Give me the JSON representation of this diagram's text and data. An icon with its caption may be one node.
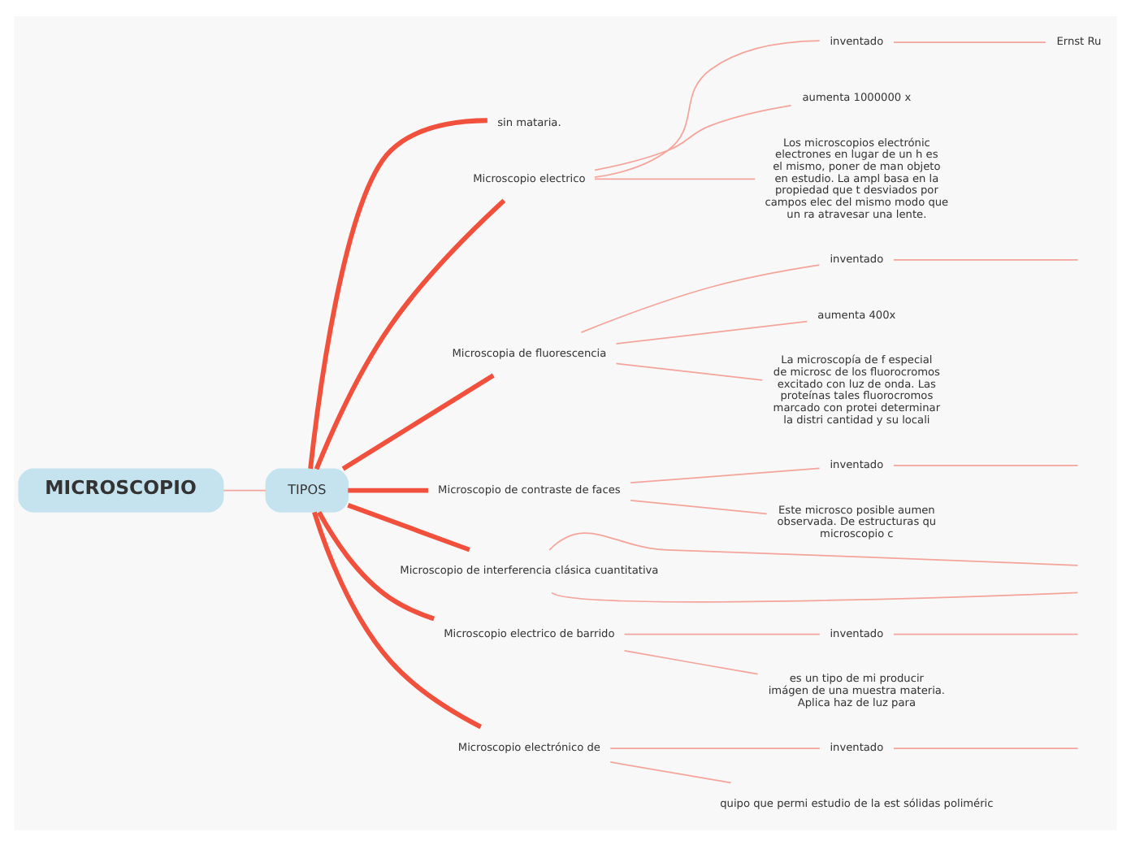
{
  "diagram": {
    "nodes": [
      {
        "text": [
          "MICROSCOPIO"
        ]
      },
      {
        "text": [
          "TIPOS"
        ]
      },
      {
        "text": [
          "sin mataria."
        ]
      },
      {
        "text": [
          "Microscopio electrico"
        ]
      },
      {
        "text": [
          "inventado"
        ]
      },
      {
        "text": [
          "Ernst Ru"
        ]
      },
      {
        "text": [
          "aumenta 1000000 x"
        ]
      },
      {
        "text": [
          "Los microscopios electrónic electrones en lugar de un h es el mismo, poner de man objeto en estudio. La ampl basa en la propiedad que t desviados por campos elec del mismo modo que un ra atravesar una lente."
        ]
      },
      {
        "text": [
          "Microscopia de fluorescencia"
        ]
      },
      {
        "text": [
          "inventado"
        ]
      },
      {
        "text": [
          "aumenta 400x"
        ]
      },
      {
        "text": [
          "La microscopía de f especial de microsc de los fluorocromos excitado con luz de onda. Las proteínas tales fluorocromos marcado con protei determinar la distri cantidad y su locali"
        ]
      },
      {
        "text": [
          "Microscopio de contraste de faces"
        ]
      },
      {
        "text": [
          "inventado"
        ]
      },
      {
        "text": [
          "Este microsco posible aumen observada. De estructuras qu microscopio c"
        ]
      },
      {
        "text": [
          "Microscopio de interferencia clásica cuantitativa"
        ]
      },
      {
        "text": [
          "Microscopio electrico de barrido"
        ]
      },
      {
        "text": [
          "inventado"
        ]
      },
      {
        "text": [
          "es un tipo de mi producir imágen de una muestra materia. Aplica haz de luz para"
        ]
      },
      {
        "text": [
          "Microscopio electrónico de"
        ]
      },
      {
        "text": [
          "inventado"
        ]
      },
      {
        "text": [
          "quipo que permi estudio de la est sólidas poliméric"
        ]
      }
    ],
    "edges": [
      {
        "from": 0,
        "to": 1,
        "arrow": "none"
      },
      {
        "from": 1,
        "to": 2,
        "arrow": "none",
        "style": "thick",
        "color": "#f0503c"
      },
      {
        "from": 1,
        "to": 3,
        "arrow": "none",
        "style": "thick",
        "color": "#f0503c"
      },
      {
        "from": 3,
        "to": 4,
        "arrow": "none"
      },
      {
        "from": 4,
        "to": 5,
        "arrow": "none"
      },
      {
        "from": 3,
        "to": 6,
        "arrow": "none"
      },
      {
        "from": 3,
        "to": 7,
        "arrow": "none"
      },
      {
        "from": 1,
        "to": 8,
        "arrow": "none",
        "style": "thick",
        "color": "#f0503c"
      },
      {
        "from": 8,
        "to": 9,
        "arrow": "none"
      },
      {
        "from": 9,
        "to": null,
        "arrow": "none"
      },
      {
        "from": 8,
        "to": 10,
        "arrow": "none"
      },
      {
        "from": 8,
        "to": 11,
        "arrow": "none"
      },
      {
        "from": 1,
        "to": 12,
        "arrow": "none",
        "style": "thick",
        "color": "#f0503c"
      },
      {
        "from": 12,
        "to": 13,
        "arrow": "none"
      },
      {
        "from": 13,
        "to": null,
        "arrow": "none"
      },
      {
        "from": 12,
        "to": 14,
        "arrow": "none"
      },
      {
        "from": 1,
        "to": 15,
        "arrow": "none",
        "style": "thick",
        "color": "#f0503c"
      },
      {
        "from": 15,
        "to": null,
        "arrow": "none"
      },
      {
        "from": 15,
        "to": null,
        "arrow": "none"
      },
      {
        "from": 1,
        "to": 16,
        "arrow": "none",
        "style": "thick",
        "color": "#f0503c"
      },
      {
        "from": 16,
        "to": 17,
        "arrow": "none"
      },
      {
        "from": 17,
        "to": null,
        "arrow": "none"
      },
      {
        "from": 16,
        "to": 18,
        "arrow": "none"
      },
      {
        "from": 1,
        "to": 19,
        "arrow": "none",
        "style": "thick",
        "color": "#f0503c"
      },
      {
        "from": 19,
        "to": 20,
        "arrow": "none"
      },
      {
        "from": 20,
        "to": null,
        "arrow": "none"
      },
      {
        "from": 19,
        "to": 21,
        "arrow": "none"
      }
    ]
  }
}
